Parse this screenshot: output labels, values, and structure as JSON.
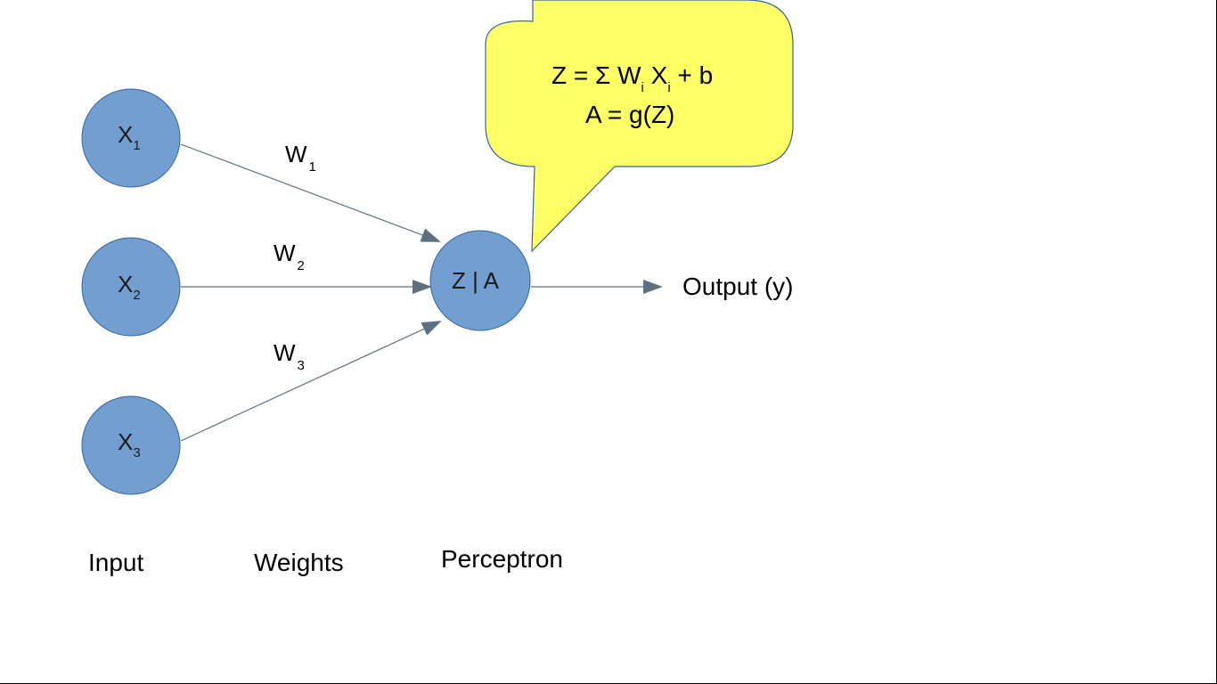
{
  "colors": {
    "node_fill": "#729fcf",
    "node_stroke": "#3465a4",
    "arrow": "#5c7080",
    "callout_fill": "#ffff66",
    "callout_stroke": "#3465a4"
  },
  "inputs": [
    {
      "base": "X",
      "sub": "1"
    },
    {
      "base": "X",
      "sub": "2"
    },
    {
      "base": "X",
      "sub": "3"
    }
  ],
  "weights": [
    {
      "base": "W",
      "sub": "1"
    },
    {
      "base": "W",
      "sub": "2"
    },
    {
      "base": "W",
      "sub": "3"
    }
  ],
  "perceptron": {
    "label": "Z | A"
  },
  "output": {
    "label": "Output (y)"
  },
  "callout": {
    "line1": {
      "prefix": "Z = Σ W",
      "sub1": "i",
      "mid": " X",
      "sub2": "i",
      "suffix": " + b"
    },
    "line2": "A = g(Z)"
  },
  "column_labels": {
    "input": "Input",
    "weights": "Weights",
    "perceptron": "Perceptron"
  }
}
